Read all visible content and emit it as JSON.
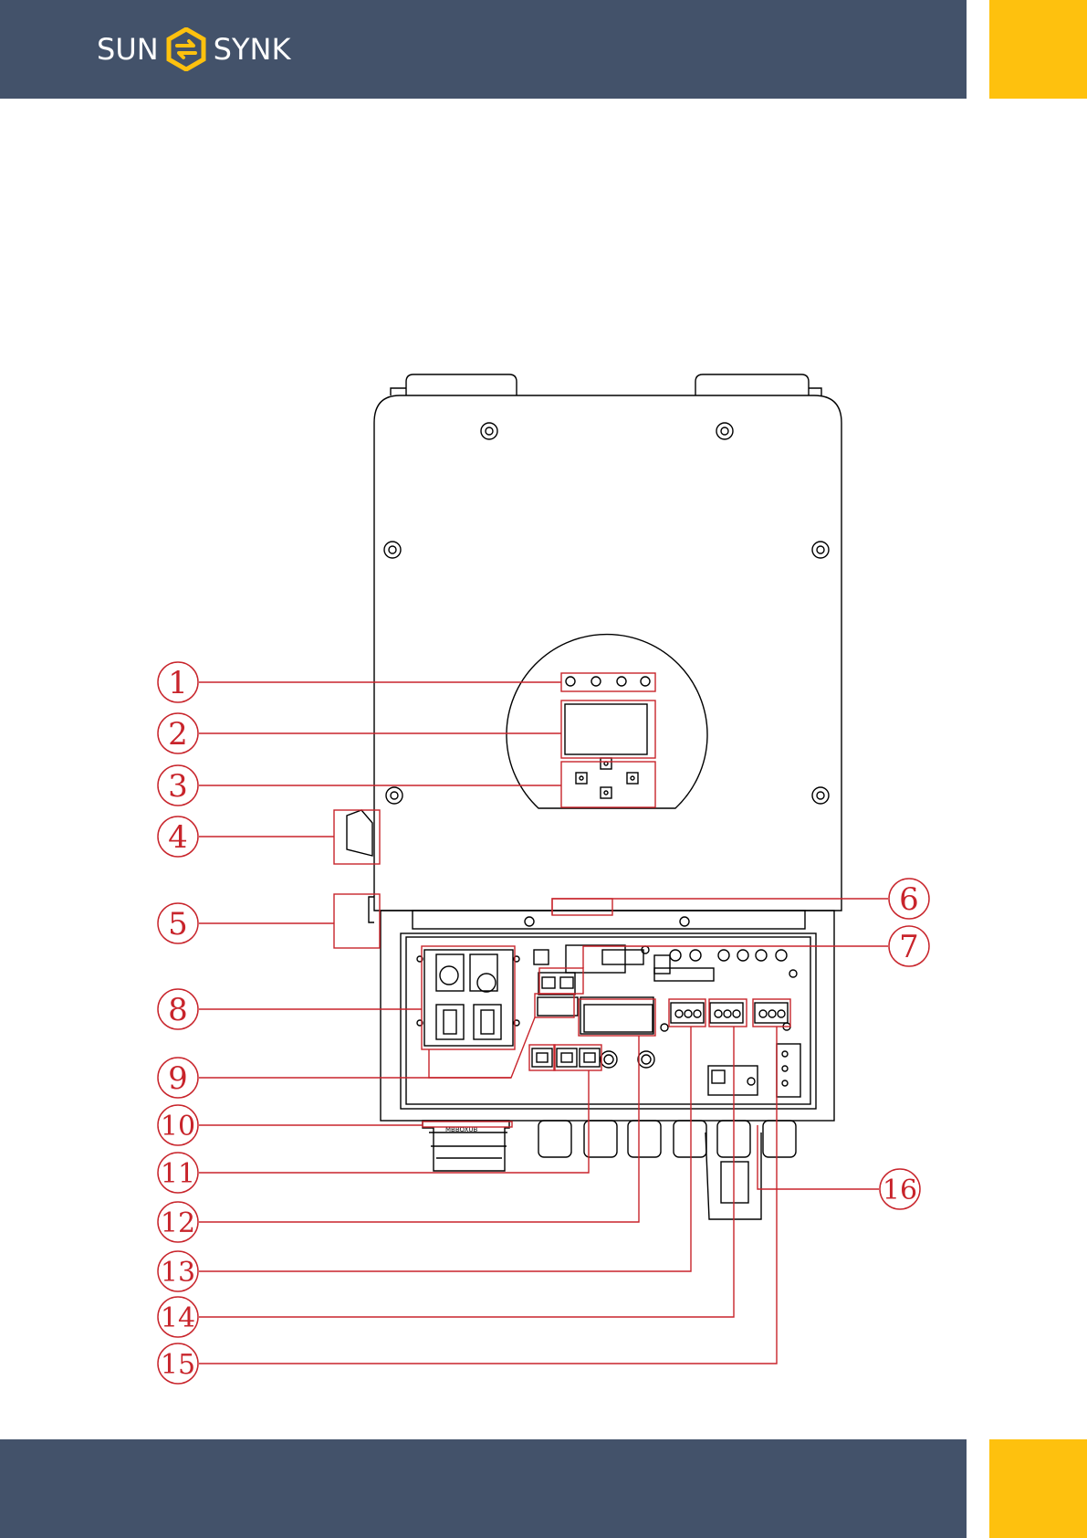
{
  "brand": {
    "name_left": "SUN",
    "name_right": "SYNK",
    "logo_icon": "sunsynk-hexagon-arrows-icon",
    "header_color": "#43526a",
    "accent_color": "#fec10e"
  },
  "callout_color": "#c8242b",
  "callouts": [
    {
      "label": "1"
    },
    {
      "label": "2"
    },
    {
      "label": "3"
    },
    {
      "label": "4"
    },
    {
      "label": "5"
    },
    {
      "label": "6"
    },
    {
      "label": "7"
    },
    {
      "label": "8"
    },
    {
      "label": "9"
    },
    {
      "label": "10"
    },
    {
      "label": "11"
    },
    {
      "label": "12"
    },
    {
      "label": "13"
    },
    {
      "label": "14"
    },
    {
      "label": "15"
    },
    {
      "label": "16"
    }
  ],
  "device_labels": {
    "gland_marking": "MBBOXUB"
  }
}
